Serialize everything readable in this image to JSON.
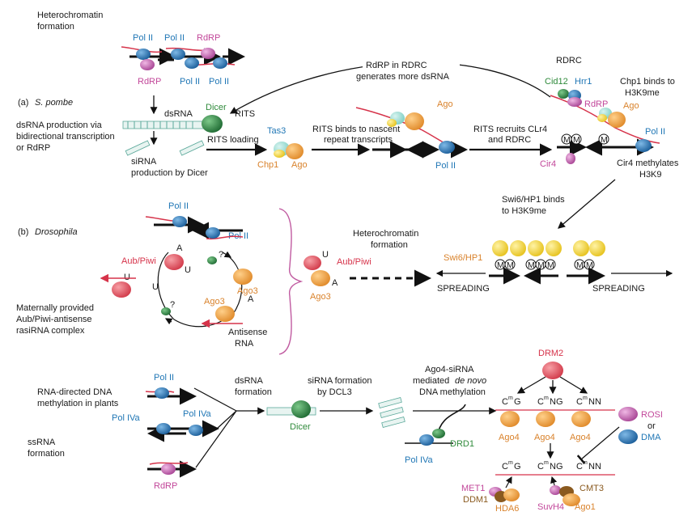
{
  "colors": {
    "pol_ii": "#1f76b5",
    "rdrp": "#c2479a",
    "ago": "#d9822b",
    "dicer": "#2f8a3b",
    "aub": "#e5585f",
    "swi6": "#f2d23a",
    "drm2": "#d6334a"
  },
  "header": {
    "line1": "Heterochromatin",
    "line2": "formation"
  },
  "a": {
    "panel_label": "(a)",
    "organism": "S. pombe",
    "pol_ii": "Pol II",
    "rdrp": "RdRP",
    "rdrc_note_1": "RdRP in RDRC",
    "rdrc_note_2": "generates more dsRNA",
    "rdrc": "RDRC",
    "cid12": "Cid12",
    "hrr1": "Hrr1",
    "chp1_binds_1": "Chp1 binds to",
    "chp1_binds_2": "H3K9me",
    "dsrna": "dsRNA",
    "dicer": "Dicer",
    "rits": "RITS",
    "left_1": "dsRNA production via",
    "left_2": "bidirectional transcription",
    "left_3": "or RdRP",
    "sirna_1": "siRNA",
    "sirna_2": "production by Dicer",
    "rits_loading": "RITS loading",
    "tas3": "Tas3",
    "chp1": "Chp1",
    "ago": "Ago",
    "rits_binds_1": "RITS binds to nascent",
    "rits_binds_2": "repeat transcripts",
    "rits_recruits_1": "RITS recruits CLr4",
    "rits_recruits_2": "and RDRC",
    "cir4": "Cir4",
    "cir4_meth_1": "Cir4 methylates",
    "cir4_meth_2": "H3K9",
    "m": "M",
    "swi_binds_1": "Swi6/HP1 binds",
    "swi_binds_2": "to H3K9me"
  },
  "b": {
    "panel_label": "(b)",
    "organism": "Drosophila",
    "pol_ii": "Pol II",
    "aub_piwi": "Aub/Piwi",
    "ago3": "Ago3",
    "u": "U",
    "a": "A",
    "q": "?",
    "mat_1": "Maternally provided",
    "mat_2": "Aub/Piwi-antisense",
    "mat_3": "rasiRNA complex",
    "antisense_1": "Antisense",
    "antisense_2": "RNA",
    "hetero_1": "Heterochromatin",
    "hetero_2": "formation",
    "swi6": "Swi6/HP1",
    "spreading": "SPREADING"
  },
  "c": {
    "rdm_1": "RNA-directed DNA",
    "rdm_2": "methylation in plants",
    "pol_ii": "Pol II",
    "pol_iva": "Pol IVa",
    "ssrna_1": "ssRNA",
    "ssrna_2": "formation",
    "rdrp": "RdRP",
    "dsrna_1": "dsRNA",
    "dsrna_2": "formation",
    "dicer": "Dicer",
    "sirna_1": "siRNA formation",
    "sirna_2": "by DCL3",
    "ago4_1": "Ago4-siRNA",
    "ago4_2": "mediated",
    "ago4_2i": "de novo",
    "ago4_3": "DNA methylation",
    "drd1": "DRD1",
    "drm2": "DRM2",
    "ago4": "Ago4",
    "cg": "C",
    "cg_s": "m",
    "cg_t": "G",
    "cng_t": "NG",
    "cnn_t": "NN",
    "rosi": "ROSI",
    "or": "or",
    "dma": "DMA",
    "met1": "MET1",
    "ddm1": "DDM1",
    "hda6": "HDA6",
    "cmt3": "CMT3",
    "suvh4": "SuvH4",
    "ago1": "Ago1"
  }
}
